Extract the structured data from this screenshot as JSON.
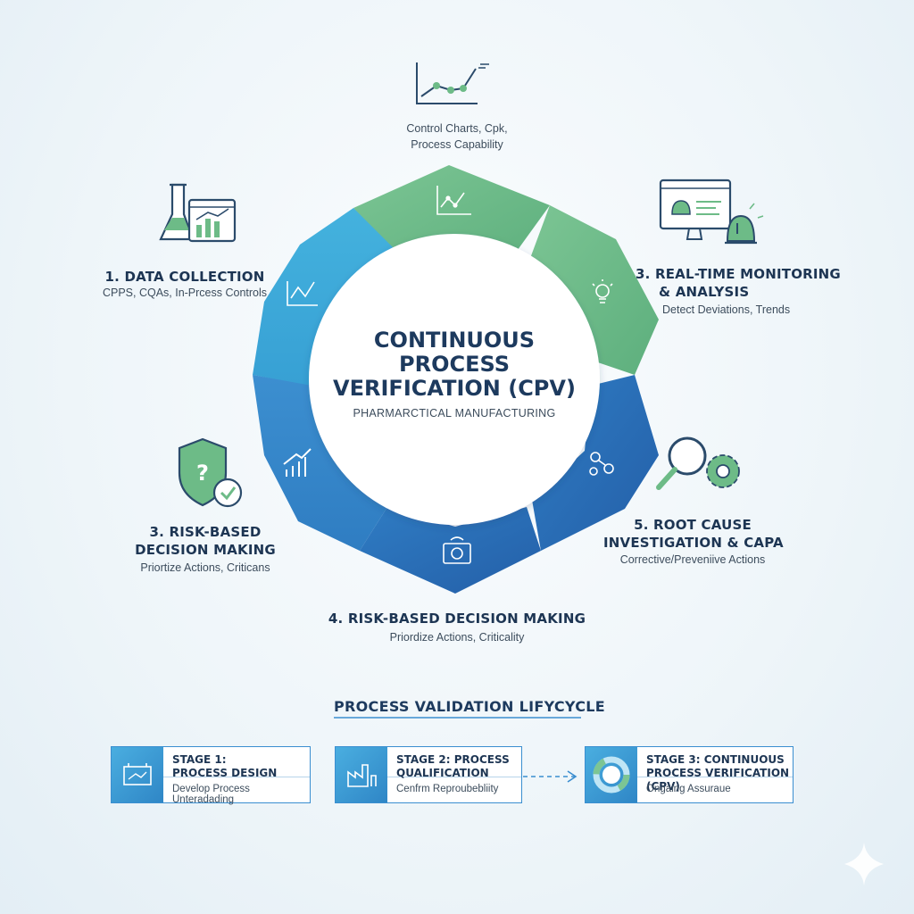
{
  "center": {
    "title_lines": [
      "CONTINUOUS",
      "PROCESS",
      "VERIFICATION (CPV)"
    ],
    "subtitle": "PHARMARCTICAL MANUFACTURING"
  },
  "steps": {
    "top": {
      "subtitle_lines": [
        "Control Charts, Cpk,",
        "Process Capability"
      ]
    },
    "data_collection": {
      "title": "1. DATA COLLECTION",
      "subtitle": "CPPS, CQAs, In-Prcess Controls"
    },
    "monitoring": {
      "title_lines": [
        "3. REAL-TIME MONITORING",
        "& ANALYSIS"
      ],
      "subtitle": "Detect Deviations, Trends"
    },
    "risk_left": {
      "title_lines": [
        "3. RISK-BASED",
        "DECISION MAKING"
      ],
      "subtitle": "Priortize Actions, Criticans"
    },
    "root_cause": {
      "title_lines": [
        "5. ROOT CAUSE",
        "INVESTIGATION & CAPA"
      ],
      "subtitle": "Corrective/Preveniive Actions"
    },
    "risk_bottom": {
      "title": "4. RISK-BASED DECISION MAKING",
      "subtitle": "Priordize Actions, Criticality"
    }
  },
  "lifecycle": {
    "title": "PROCESS VALIDATION LIFYCYCLE",
    "stages": [
      {
        "title_lines": [
          "STAGE 1:",
          "PROCESS DESIGN"
        ],
        "desc": "Develop Process Unteradading"
      },
      {
        "title_lines": [
          "STAGE 2: PROCESS",
          "QUALIFICATION"
        ],
        "desc": "Cenfrm Reproubebliity"
      },
      {
        "title_lines": [
          "STAGE 3: CONTINUOUS",
          "PROCESS VERIFICATION (CPV)"
        ],
        "desc": "Ongaing Assuraue"
      }
    ]
  },
  "colors": {
    "green": "#6dbb87",
    "teal": "#42abd9",
    "blue_mid": "#3a86c9",
    "blue_dark": "#2a6fb5",
    "navy_text": "#1d3553",
    "icon_green": "#5aaa6a"
  },
  "icons": [
    "line-chart-icon",
    "flask-chart-icon",
    "monitor-alarm-icon",
    "shield-question-icon",
    "magnifier-gear-icon",
    "lightbulb-icon",
    "gears-icon",
    "bar-growth-icon",
    "camera-icon",
    "sparkle-icon"
  ]
}
